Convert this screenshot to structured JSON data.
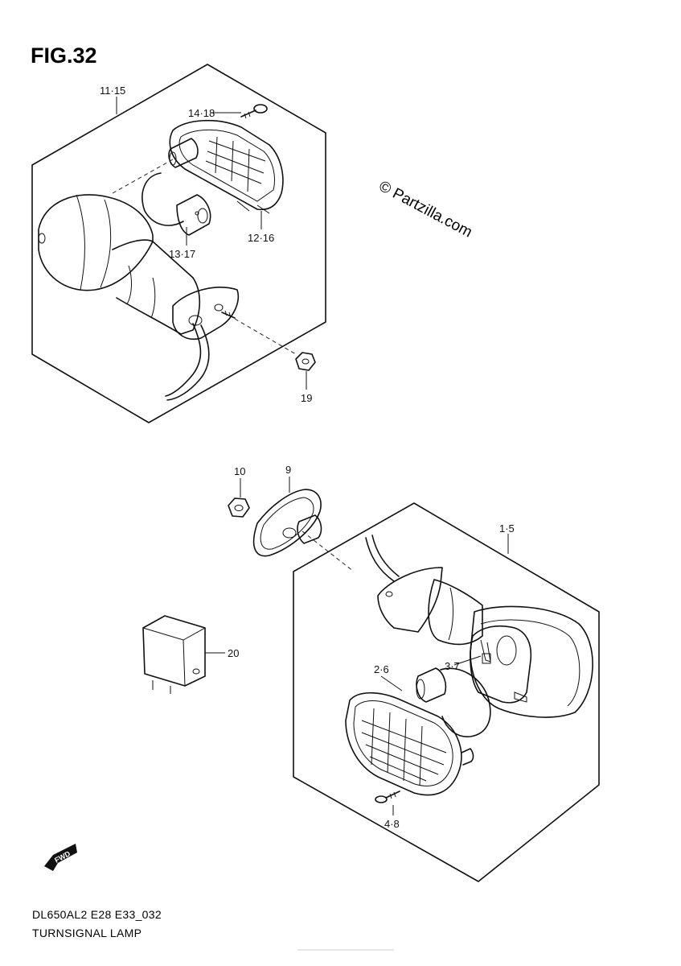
{
  "figure_title": "FIG.32",
  "watermark": "© Partzilla.com",
  "model_code": "DL650AL2 E28 E33_032",
  "diagram_name": "TURNSIGNAL LAMP",
  "fwd_label": "FWD",
  "callouts": {
    "c_11_15": "11·15",
    "c_14_18": "14·18",
    "c_12_16": "12·16",
    "c_13_17": "13·17",
    "c_19": "19",
    "c_10": "10",
    "c_9": "9",
    "c_1_5": "1·5",
    "c_20": "20",
    "c_2_6": "2·6",
    "c_3_7": "3·7",
    "c_4_8": "4·8"
  }
}
